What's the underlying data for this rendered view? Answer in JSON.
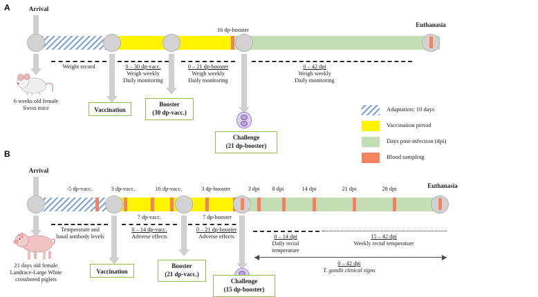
{
  "figure": {
    "panel_a": {
      "letter": "A",
      "subject_caption_line1": "6 weeks old female",
      "subject_caption_line2": "Swiss mice",
      "animal_icon": "mouse-icon",
      "events": {
        "arrival": "Arrival",
        "euthanasia": "Euthanasia",
        "blood_16dp": "16 dp-booster"
      },
      "boxes": [
        {
          "id": "vaccination",
          "line1": "Vaccination",
          "line2": ""
        },
        {
          "id": "booster",
          "line1": "Booster",
          "line2": "(30 dp-vacc.)"
        },
        {
          "id": "challenge",
          "line1": "Challenge",
          "line2": "(21 dp-booster)"
        }
      ],
      "monitoring": [
        {
          "id": "weight-record",
          "line1": "Weight record",
          "line2": "",
          "line3": "",
          "underline": false
        },
        {
          "id": "post-vacc",
          "line1": "0 – 30 dp-vacc.",
          "line2": "Weigh weekly",
          "line3": "Daily monitoring",
          "underline": true
        },
        {
          "id": "post-booster",
          "line1": "0 – 21 dp-booster",
          "line2": "Weigh weekly",
          "line3": "Daily monitoring",
          "underline": true
        },
        {
          "id": "post-infection",
          "line1": "0 – 42 dpi",
          "line2": "Weigh weekly",
          "line3": "Daily monitoring",
          "underline": true
        }
      ]
    },
    "panel_b": {
      "letter": "B",
      "subject_caption_line1": "21 days old female",
      "subject_caption_line2": "Landrace-Large White",
      "subject_caption_line3": "crossbreed piglets",
      "animal_icon": "pig-icon",
      "events": {
        "arrival": "Arrival",
        "euthanasia": "Euthanasia"
      },
      "sampling_labels_top": [
        "-5 dp-vacc.",
        "3 dp-vacc.",
        "16 dp-vacc.",
        "3 dp-booster"
      ],
      "dpi_labels": [
        "3 dpi",
        "8 dpi",
        "14 dpi",
        "21 dpi",
        "28 dpi"
      ],
      "boxes": [
        {
          "id": "vaccination",
          "line1": "Vaccination",
          "line2": ""
        },
        {
          "id": "booster",
          "line1": "Booster",
          "line2": "(21 dp-vacc.)"
        },
        {
          "id": "challenge",
          "line1": "Challenge",
          "line2": "(15 dp-booster)"
        }
      ],
      "monitoring": [
        {
          "id": "baseline",
          "line1": "Temperature and",
          "line2": "basal antibody levels",
          "line3": "",
          "underline": false
        },
        {
          "id": "adverse-vacc",
          "line0": "7 dp-vacc.",
          "line1": "0 – 14 dp-vacc.",
          "line2": "Adverse effects",
          "line3": "",
          "underline": true
        },
        {
          "id": "adverse-booster",
          "line0": "7 dp-booster",
          "line1": "0 – 21 dp-booster",
          "line2": "Adverse effects",
          "line3": "",
          "underline": true
        },
        {
          "id": "daily-rectal",
          "line1": "0 – 14 dpi",
          "line2": "Daily rectal",
          "line3": "temperature",
          "underline": true
        },
        {
          "id": "weekly-rectal",
          "line1": "15 – 42 dpi",
          "line2": "Weekly rectal temperature",
          "line3": "",
          "underline": true
        },
        {
          "id": "clinical-signs",
          "line1": "0 – 42 dpi",
          "line2": "T. gondii clinical signs",
          "line3": "",
          "underline": true
        }
      ]
    },
    "legend": {
      "items": [
        {
          "id": "adaptation",
          "swatch": "sw-adapt",
          "label": "Adaptation: 10 days"
        },
        {
          "id": "vaccination-period",
          "swatch": "sw-vacc",
          "label": "Vaccination period"
        },
        {
          "id": "days-post-infection",
          "swatch": "sw-dpi",
          "label": "Days post-infection (dpi)"
        },
        {
          "id": "blood-sampling",
          "swatch": "sw-blood",
          "label": "Blood sampling"
        }
      ]
    },
    "colors": {
      "adaptation_hatch": "#7ba1dd",
      "vaccination": "#fff300",
      "dpi": "#c5ddb4",
      "blood": "#f4825f",
      "node": "#d2d2d2",
      "box_border": "#8cc152",
      "arrow": "#cfcfcf"
    }
  }
}
